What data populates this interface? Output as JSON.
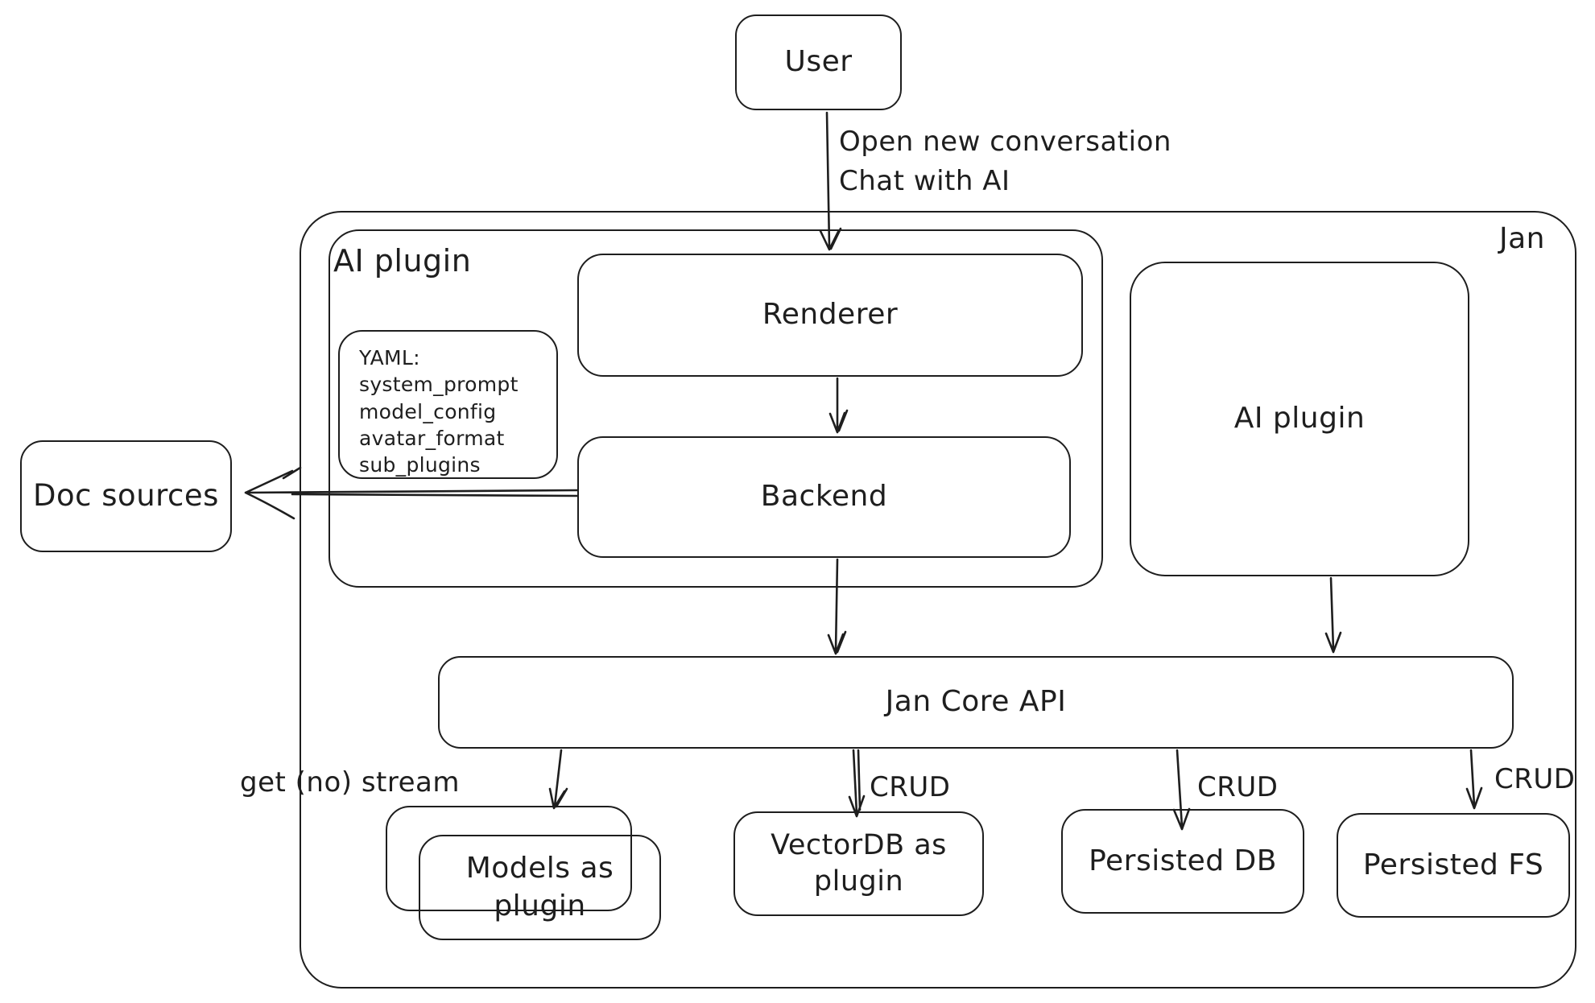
{
  "diagram": {
    "title": "Jan",
    "colors": {
      "stroke": "#1e1e1e",
      "background": "#ffffff"
    },
    "nodes": {
      "user": {
        "label": "User"
      },
      "jan_container": {
        "label": "Jan"
      },
      "ai_plugin_container": {
        "label": "AI plugin"
      },
      "renderer": {
        "label": "Renderer"
      },
      "backend": {
        "label": "Backend"
      },
      "yaml_note": {
        "lines": [
          "YAML:",
          "system_prompt",
          "model_config",
          "avatar_format",
          "sub_plugins"
        ]
      },
      "ai_plugin_right": {
        "label": "AI plugin"
      },
      "doc_sources": {
        "label": "Doc sources"
      },
      "jan_core_api": {
        "label": "Jan Core API"
      },
      "models_as_plugin": {
        "label": "Models as plugin"
      },
      "vectordb_as_plugin": {
        "label": "VectorDB as plugin"
      },
      "persisted_db": {
        "label": "Persisted DB"
      },
      "persisted_fs": {
        "label": "Persisted FS"
      }
    },
    "edges": {
      "user_to_renderer": {
        "label_line1": "Open new conversation",
        "label_line2": "Chat with AI"
      },
      "api_to_models": {
        "label": "get (no) stream"
      },
      "api_to_vectordb": {
        "label": "CRUD"
      },
      "api_to_persisted_db": {
        "label": "CRUD"
      },
      "api_to_persisted_fs": {
        "label": "CRUD"
      }
    }
  }
}
